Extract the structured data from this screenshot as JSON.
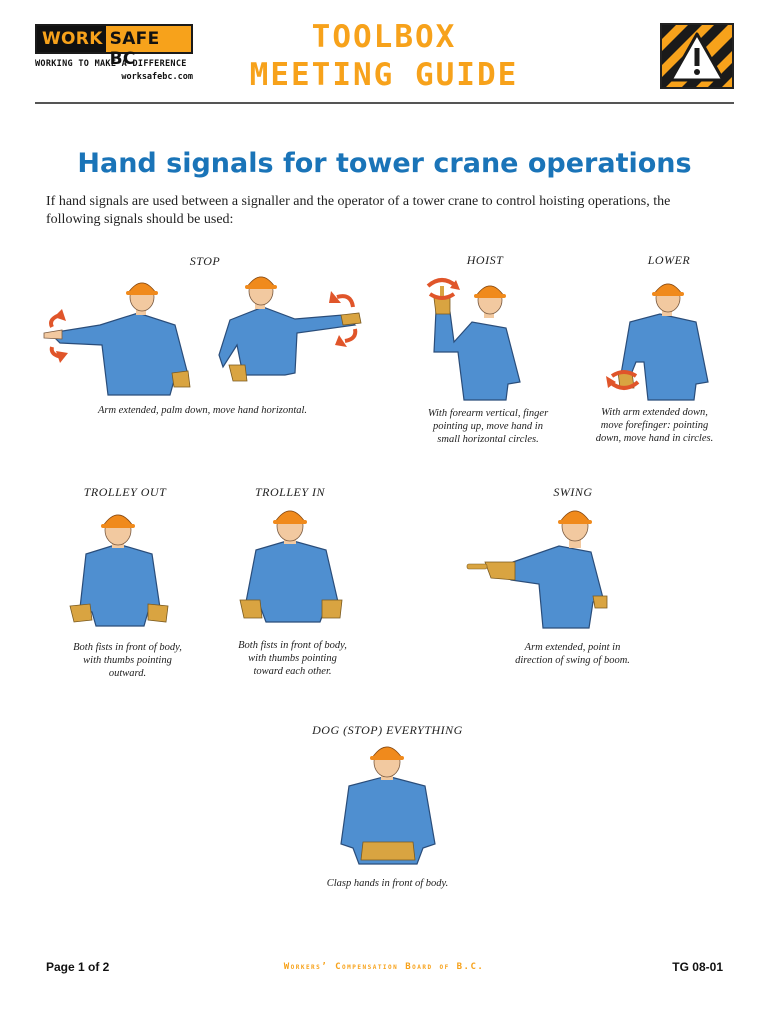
{
  "header": {
    "logo": {
      "work": "WORK",
      "safe": "SAFE BC",
      "tagline": "WORKING TO MAKE A DIFFERENCE",
      "url": "worksafebc.com"
    },
    "title_line1": "TOOLBOX",
    "title_line2": "MEETING GUIDE",
    "hazard_icon": "warning-triangle-icon"
  },
  "document": {
    "title": "Hand signals for tower crane operations",
    "intro": "If hand signals are used between a signaller and the operator of a tower crane to control hoisting operations, the following signals should be used:"
  },
  "signals": {
    "stop": {
      "label": "STOP",
      "caption": "Arm extended, palm down, move hand horizontal."
    },
    "hoist": {
      "label": "HOIST",
      "caption_1": "With forearm vertical, finger",
      "caption_2": "pointing up, move hand in",
      "caption_3": "small horizontal circles."
    },
    "lower": {
      "label": "LOWER",
      "caption_1": "With arm extended down,",
      "caption_2": "move forefinger: pointing",
      "caption_3": "down, move hand in circles."
    },
    "trolley_out": {
      "label": "TROLLEY OUT",
      "caption_1": "Both fists in front of body,",
      "caption_2": "with thumbs pointing",
      "caption_3": "outward."
    },
    "trolley_in": {
      "label": "TROLLEY IN",
      "caption_1": "Both fists in front of body,",
      "caption_2": "with thumbs pointing",
      "caption_3": "toward each other."
    },
    "swing": {
      "label": "SWING",
      "caption_1": "Arm extended, point in",
      "caption_2": "direction of swing of boom."
    },
    "dog": {
      "label": "DOG (STOP) EVERYTHING",
      "caption": "Clasp hands in front of body."
    }
  },
  "colors": {
    "accent_orange": "#f7a21b",
    "title_blue": "#1a74b8",
    "shirt_blue": "#4f8fd0",
    "hardhat": "#f08a1c",
    "arrow_red": "#e0552a"
  },
  "footer": {
    "page": "Page 1 of 2",
    "org": "Workers’ Compensation Board of B.C.",
    "code": "TG 08-01"
  }
}
